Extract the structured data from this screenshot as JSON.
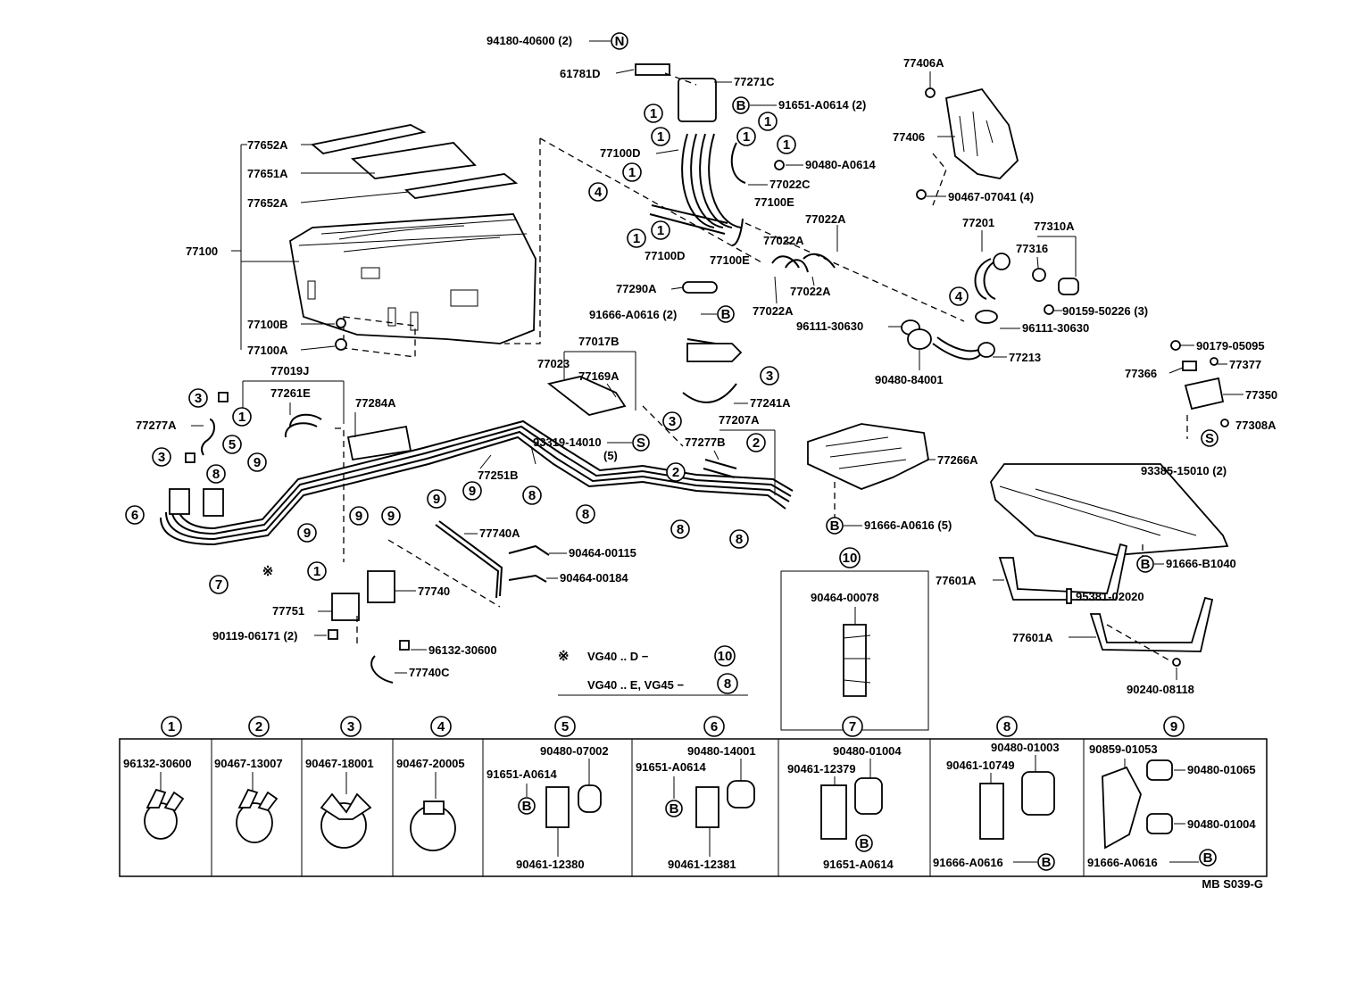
{
  "diagram": {
    "ref_code": "MB S039-G",
    "callouts": [
      {
        "id": "c1",
        "text": "94180-40600 (2)"
      },
      {
        "id": "c2",
        "text": "61781D"
      },
      {
        "id": "c3",
        "text": "77271C"
      },
      {
        "id": "c4",
        "text": "91651-A0614 (2)"
      },
      {
        "id": "c5",
        "text": "77100D"
      },
      {
        "id": "c6",
        "text": "90480-A0614"
      },
      {
        "id": "c7",
        "text": "77022C"
      },
      {
        "id": "c8",
        "text": "77100E"
      },
      {
        "id": "c9",
        "text": "77022A"
      },
      {
        "id": "c10",
        "text": "77022A"
      },
      {
        "id": "c11",
        "text": "77100D"
      },
      {
        "id": "c12",
        "text": "77100E"
      },
      {
        "id": "c13",
        "text": "77022A"
      },
      {
        "id": "c14",
        "text": "77290A"
      },
      {
        "id": "c15",
        "text": "77022A"
      },
      {
        "id": "c16",
        "text": "91666-A0616 (2)"
      },
      {
        "id": "c17",
        "text": "77652A"
      },
      {
        "id": "c18",
        "text": "77651A"
      },
      {
        "id": "c19",
        "text": "77652A"
      },
      {
        "id": "c20",
        "text": "77100"
      },
      {
        "id": "c21",
        "text": "77100B"
      },
      {
        "id": "c22",
        "text": "77100A"
      },
      {
        "id": "c23",
        "text": "77406A"
      },
      {
        "id": "c24",
        "text": "77406"
      },
      {
        "id": "c25",
        "text": "90467-07041 (4)"
      },
      {
        "id": "c26",
        "text": "77201"
      },
      {
        "id": "c27",
        "text": "77310A"
      },
      {
        "id": "c28",
        "text": "77316"
      },
      {
        "id": "c29",
        "text": "90159-50226 (3)"
      },
      {
        "id": "c30",
        "text": "96111-30630"
      },
      {
        "id": "c31",
        "text": "96111-30630"
      },
      {
        "id": "c32",
        "text": "90480-84001"
      },
      {
        "id": "c33",
        "text": "77213"
      },
      {
        "id": "c34",
        "text": "77017B"
      },
      {
        "id": "c35",
        "text": "77023"
      },
      {
        "id": "c36",
        "text": "77169A"
      },
      {
        "id": "c37",
        "text": "77241A"
      },
      {
        "id": "c38",
        "text": "77207A"
      },
      {
        "id": "c39",
        "text": "93319-14010"
      },
      {
        "id": "c40",
        "text": "(5)"
      },
      {
        "id": "c41",
        "text": "77277B"
      },
      {
        "id": "c42",
        "text": "77251B"
      },
      {
        "id": "c43",
        "text": "77266A"
      },
      {
        "id": "c44",
        "text": "91666-A0616 (5)"
      },
      {
        "id": "c45",
        "text": "77019J"
      },
      {
        "id": "c46",
        "text": "77261E"
      },
      {
        "id": "c47",
        "text": "77284A"
      },
      {
        "id": "c48",
        "text": "77277A"
      },
      {
        "id": "c49",
        "text": "77740A"
      },
      {
        "id": "c50",
        "text": "90464-00115"
      },
      {
        "id": "c51",
        "text": "90464-00184"
      },
      {
        "id": "c52",
        "text": "77740"
      },
      {
        "id": "c53",
        "text": "77751"
      },
      {
        "id": "c54",
        "text": "90119-06171 (2)"
      },
      {
        "id": "c55",
        "text": "96132-30600"
      },
      {
        "id": "c56",
        "text": "77740C"
      },
      {
        "id": "c57",
        "text": "90179-05095"
      },
      {
        "id": "c58",
        "text": "77366"
      },
      {
        "id": "c59",
        "text": "77377"
      },
      {
        "id": "c60",
        "text": "77350"
      },
      {
        "id": "c61",
        "text": "77308A"
      },
      {
        "id": "c62",
        "text": "93385-15010 (2)"
      },
      {
        "id": "c63",
        "text": "91666-B1040"
      },
      {
        "id": "c64",
        "text": "77601A"
      },
      {
        "id": "c65",
        "text": "95381-02020"
      },
      {
        "id": "c66",
        "text": "77601A"
      },
      {
        "id": "c67",
        "text": "90240-08118"
      },
      {
        "id": "c68",
        "text": "90464-00078"
      }
    ],
    "legend": [
      {
        "mark": "※",
        "text": "VG40 .. D −",
        "ref": "10"
      },
      {
        "mark": "",
        "text": "VG40 .. E, VG45 −",
        "ref": "8"
      }
    ],
    "panels": [
      {
        "num": "1",
        "labels": [
          "96132-30600"
        ]
      },
      {
        "num": "2",
        "labels": [
          "90467-13007"
        ]
      },
      {
        "num": "3",
        "labels": [
          "90467-18001"
        ]
      },
      {
        "num": "4",
        "labels": [
          "90467-20005"
        ]
      },
      {
        "num": "5",
        "labels": [
          "90480-07002",
          "91651-A0614",
          "90461-12380"
        ]
      },
      {
        "num": "6",
        "labels": [
          "90480-14001",
          "91651-A0614",
          "90461-12381"
        ]
      },
      {
        "num": "7",
        "labels": [
          "90480-01004",
          "90461-12379",
          "91651-A0614"
        ]
      },
      {
        "num": "8",
        "labels": [
          "90480-01003",
          "90461-10749",
          "91666-A0616"
        ]
      },
      {
        "num": "9",
        "labels": [
          "90859-01053",
          "90480-01065",
          "90480-01004",
          "91666-A0616"
        ]
      }
    ],
    "box10": {
      "num": "10",
      "label": "90464-00078"
    },
    "markers": {
      "N": "N",
      "B": "B",
      "S": "S",
      "star": "※"
    }
  }
}
